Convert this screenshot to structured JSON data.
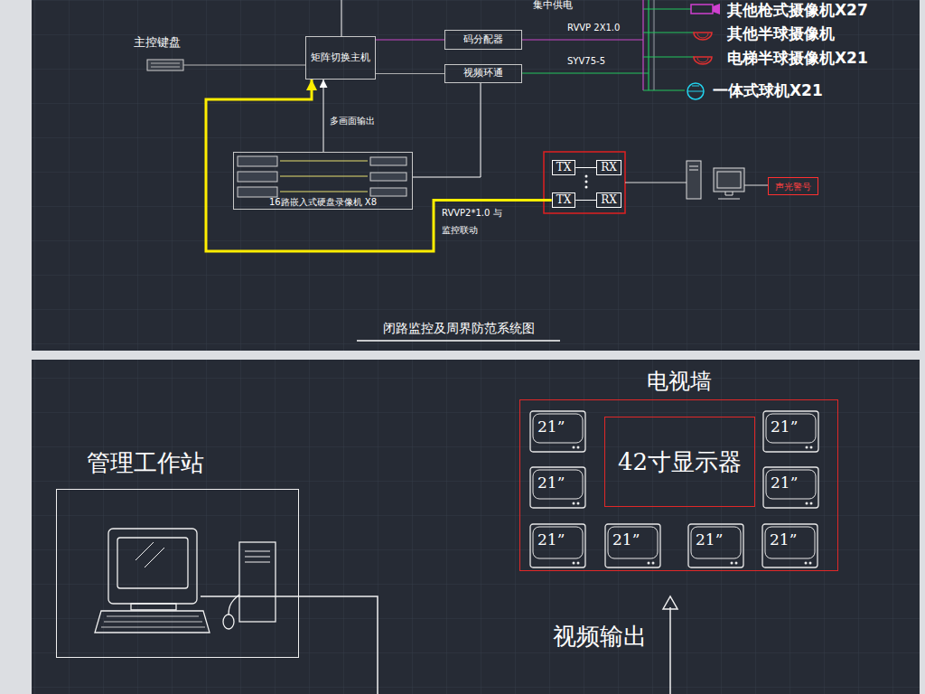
{
  "diagram": {
    "title": "闭路监控及周界防范系统图",
    "nodes": [
      {
        "text": [
          "矩阵切换主机"
        ]
      },
      {
        "text": [
          "码分配器"
        ]
      },
      {
        "text": [
          "视频环通"
        ]
      },
      {
        "text": [
          "16路嵌入式硬盘录像机 X8"
        ]
      },
      {
        "text": [
          "TX"
        ]
      },
      {
        "text": [
          "RX"
        ]
      },
      {
        "text": [
          "TX"
        ]
      },
      {
        "text": [
          "RX"
        ]
      },
      {
        "text": [
          "声光警号"
        ]
      },
      {
        "text": [
          "电视墙"
        ]
      },
      {
        "text": [
          "21”"
        ],
        "in": 9
      },
      {
        "text": [
          "42寸显示器"
        ],
        "in": 9
      },
      {
        "text": [
          "21”"
        ],
        "in": 9
      },
      {
        "text": [
          "21”"
        ],
        "in": 9
      },
      {
        "text": [
          "21”"
        ],
        "in": 9
      },
      {
        "text": [
          "21”"
        ],
        "in": 9
      },
      {
        "text": [
          "21”"
        ],
        "in": 9
      },
      {
        "text": [
          "21”"
        ],
        "in": 9
      },
      {
        "text": [
          "21”"
        ],
        "in": 9
      },
      {
        "text": [
          "管理工作站"
        ]
      }
    ],
    "edges": [
      {
        "from": 0,
        "to": 1,
        "arrow": "none"
      },
      {
        "from": 0,
        "to": 2,
        "arrow": "none"
      },
      {
        "from": 3,
        "to": 0,
        "arrow": "to",
        "label": "多画面输出"
      },
      {
        "from": 2,
        "to": 3,
        "arrow": "none"
      },
      {
        "from": 6,
        "to": 0,
        "arrow": "to",
        "label": "RVVP2*1.0 与监控联动"
      },
      {
        "from": 4,
        "to": 5,
        "arrow": "none"
      },
      {
        "from": 6,
        "to": 7,
        "arrow": "none"
      }
    ],
    "labels": [
      "主控键盘",
      "集中供电",
      "RVVP 2X1.0",
      "SYV75-5",
      "其他枪式摄像机X27",
      "其他半球摄像机",
      "电梯半球摄像机X21",
      "一体式球机X21",
      "视频输出"
    ]
  }
}
